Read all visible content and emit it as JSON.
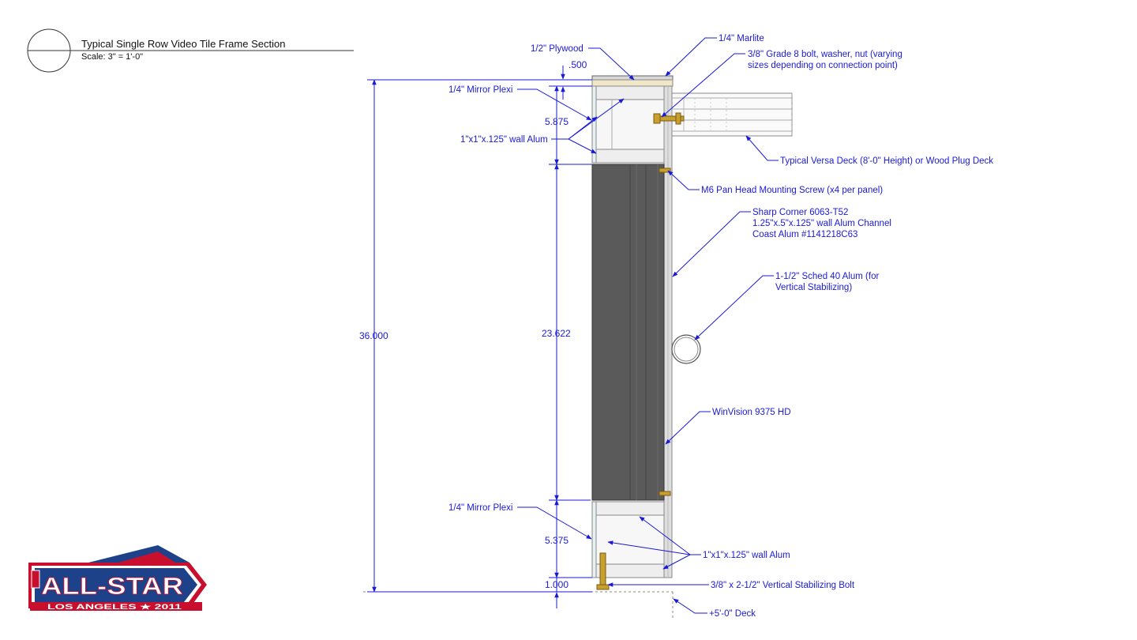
{
  "title": {
    "name": "Typical Single Row Video Tile Frame Section",
    "scale": "Scale: 3\" = 1'-0\""
  },
  "dimensions": {
    "overall": "36.000",
    "top_cap": ".500",
    "top_box": "5.875",
    "panel": "23.622",
    "bottom_box": "5.375",
    "base": "1.000"
  },
  "callouts": {
    "plywood": "1/2\" Plywood",
    "marlite": "1/4\" Marlite",
    "bolt_line1": "3/8\" Grade 8 bolt, washer, nut (varying",
    "bolt_line2": "sizes depending on connection point)",
    "mirror_top": "1/4\" Mirror Plexi",
    "alum_top": "1\"x1\"x.125\" wall Alum",
    "versa_deck": "Typical Versa Deck (8'-0\" Height) or Wood Plug Deck",
    "m6_screw": "M6 Pan Head Mounting Screw (x4 per panel)",
    "channel_line1": "Sharp Corner 6063-T52",
    "channel_line2": "1.25\"x.5\"x.125\" wall Alum Channel",
    "channel_line3": "Coast Alum #1141218C63",
    "pipe_line1": "1-1/2\" Sched 40 Alum (for",
    "pipe_line2": "Vertical Stabilizing)",
    "winvision": "WinVision 9375 HD",
    "mirror_bottom": "1/4\" Mirror Plexi",
    "alum_bottom": "1\"x1\"x.125\" wall Alum",
    "stab_bolt": "3/8\" x 2-1/2\" Vertical Stabilizing Bolt",
    "deck": "+5'-0\" Deck"
  },
  "logo": {
    "wordmark": "ALL-STAR",
    "subtitle": "LOS ANGELES ★ 2011"
  },
  "colors": {
    "annotation": "#1a1ad6",
    "panel": "#555555",
    "plywood": "#f0e6c8",
    "brass": "#c8a030",
    "logo_red": "#c8102e",
    "logo_blue": "#1d428a"
  }
}
